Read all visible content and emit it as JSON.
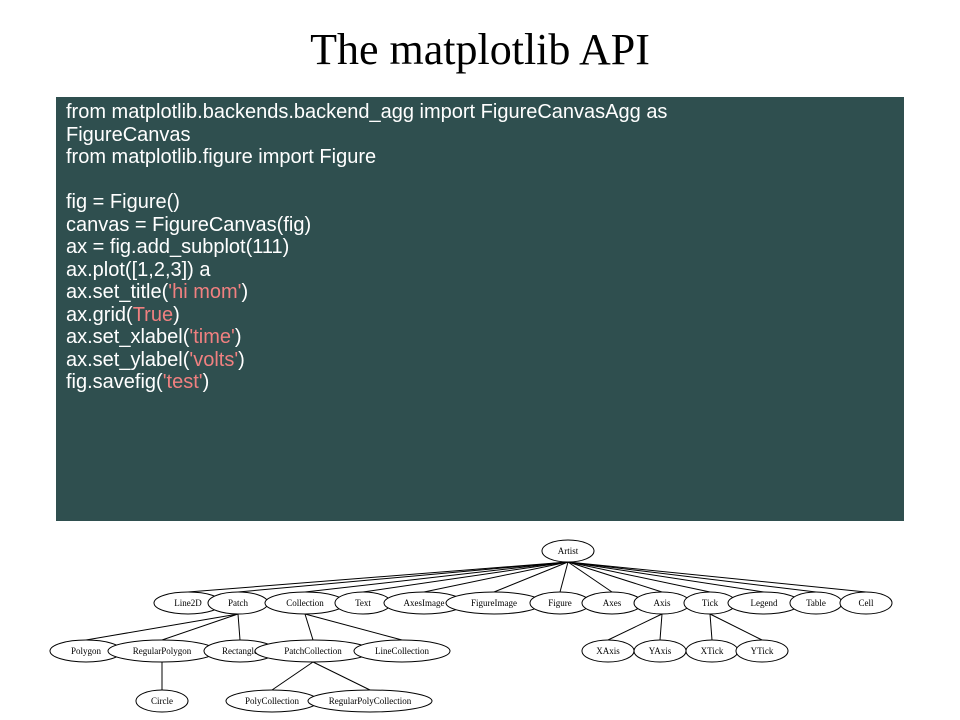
{
  "title": "The matplotlib API",
  "colors": {
    "code_background": "#2f4f4f",
    "code_text": "#ffffff",
    "code_literal": "#f08080"
  },
  "code": {
    "lines": [
      [
        {
          "text": "from matplotlib.backends.backend_agg import FigureCanvasAgg as"
        }
      ],
      [
        {
          "text": "FigureCanvas"
        }
      ],
      [
        {
          "text": "from matplotlib.figure import Figure"
        }
      ],
      [],
      [
        {
          "text": "fig = Figure()"
        }
      ],
      [
        {
          "text": "canvas = FigureCanvas(fig)"
        }
      ],
      [
        {
          "text": "ax = fig.add_subplot(111)"
        }
      ],
      [
        {
          "text": "ax.plot([1,2,3]) a"
        }
      ],
      [
        {
          "text": "ax.set_title("
        },
        {
          "text": "'hi mom'",
          "literal": true
        },
        {
          "text": ")"
        }
      ],
      [
        {
          "text": "ax.grid("
        },
        {
          "text": "True",
          "literal": true
        },
        {
          "text": ")"
        }
      ],
      [
        {
          "text": "ax.set_xlabel("
        },
        {
          "text": "'time'",
          "literal": true
        },
        {
          "text": ")"
        }
      ],
      [
        {
          "text": "ax.set_ylabel("
        },
        {
          "text": "'volts'",
          "literal": true
        },
        {
          "text": ")"
        }
      ],
      [
        {
          "text": "fig.savefig("
        },
        {
          "text": "'test'",
          "literal": true
        },
        {
          "text": ")"
        }
      ]
    ]
  },
  "hierarchy": {
    "root": "Artist",
    "children": [
      {
        "label": "Line2D"
      },
      {
        "label": "Patch",
        "children": [
          {
            "label": "Polygon"
          },
          {
            "label": "RegularPolygon",
            "children": [
              {
                "label": "Circle"
              }
            ]
          },
          {
            "label": "Rectangle"
          }
        ]
      },
      {
        "label": "Collection",
        "children": [
          {
            "label": "PatchCollection",
            "children": [
              {
                "label": "PolyCollection"
              },
              {
                "label": "RegularPolyCollection"
              }
            ]
          },
          {
            "label": "LineCollection"
          }
        ]
      },
      {
        "label": "Text"
      },
      {
        "label": "AxesImage"
      },
      {
        "label": "FigureImage"
      },
      {
        "label": "Figure"
      },
      {
        "label": "Axes"
      },
      {
        "label": "Axis",
        "children": [
          {
            "label": "XAxis"
          },
          {
            "label": "YAxis"
          }
        ]
      },
      {
        "label": "Tick",
        "children": [
          {
            "label": "XTick"
          },
          {
            "label": "YTick"
          }
        ]
      },
      {
        "label": "Legend"
      },
      {
        "label": "Table"
      },
      {
        "label": "Cell"
      }
    ]
  }
}
